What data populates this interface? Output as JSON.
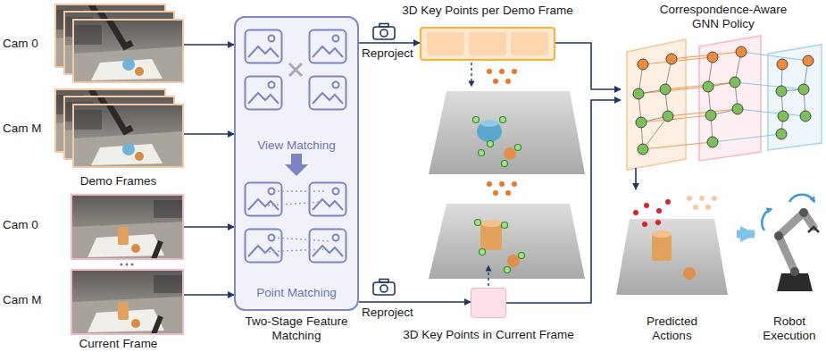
{
  "diagram": {
    "nodes": [
      {
        "text": [
          "Cam 0"
        ]
      },
      {
        "text": [
          "Cam M"
        ]
      },
      {
        "text": [
          "Cam 0"
        ]
      },
      {
        "text": [
          "Cam M"
        ]
      },
      {
        "text": [
          "View Matching",
          "Point Matching",
          "Two-Stage Feature Matching"
        ]
      },
      {
        "text": [
          "3D Key Points per Demo Frame"
        ]
      },
      {
        "text": [
          "3D Key Points in Current Frame"
        ]
      },
      {
        "text": [
          "Correspondence-Aware GNN Policy"
        ]
      },
      {
        "text": [
          "Predicted Actions"
        ]
      },
      {
        "text": [
          "Robot Execution"
        ]
      }
    ],
    "edges": [
      {
        "from": 0,
        "to": 4,
        "arrow": "to"
      },
      {
        "from": 1,
        "to": 4,
        "arrow": "to"
      },
      {
        "from": 2,
        "to": 4,
        "arrow": "to"
      },
      {
        "from": 3,
        "to": 4,
        "arrow": "to"
      },
      {
        "from": 4,
        "to": 5,
        "label": "Reproject",
        "arrow": "to"
      },
      {
        "from": 4,
        "to": 6,
        "label": "Reproject",
        "arrow": "to"
      },
      {
        "from": 5,
        "to": 7,
        "arrow": "to"
      },
      {
        "from": 6,
        "to": 7,
        "arrow": "to"
      },
      {
        "from": 7,
        "to": 8,
        "arrow": "to"
      },
      {
        "from": 8,
        "to": 9,
        "arrow": "to"
      }
    ],
    "labels": [
      "Demo Frames",
      "Current Frame"
    ]
  }
}
